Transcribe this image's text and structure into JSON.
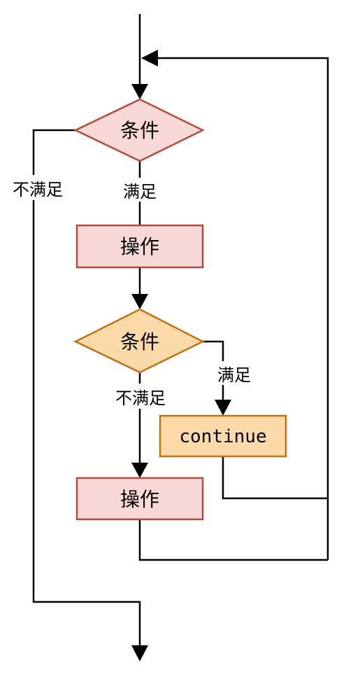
{
  "nodes": {
    "cond1": "条件",
    "op1": "操作",
    "cond2": "条件",
    "continue": "continue",
    "op2": "操作"
  },
  "edge_labels": {
    "cond1_no": "不满足",
    "cond1_yes": "满足",
    "cond2_yes": "满足",
    "cond2_no": "不满足"
  },
  "colors": {
    "red_fill": "#f9d9d7",
    "red_stroke": "#b8493e",
    "orange_fill": "#fcd9a8",
    "orange_stroke": "#be7212"
  }
}
